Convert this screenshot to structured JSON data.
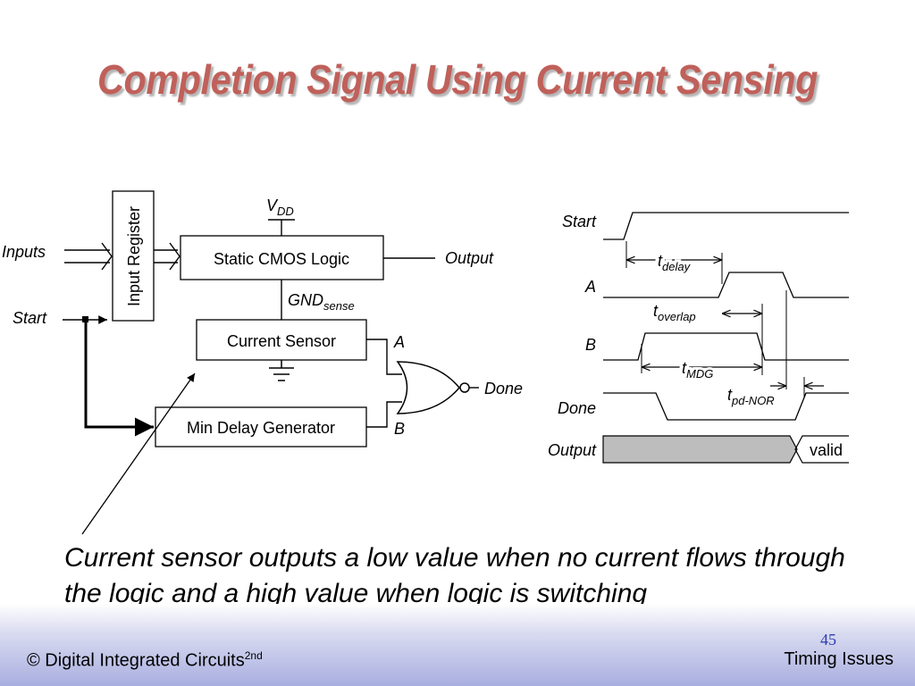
{
  "title": "Completion Signal Using Current Sensing",
  "circuit": {
    "inputs_label": "Inputs",
    "start_label": "Start",
    "input_register_label": "Input Register",
    "vdd_main": "V",
    "vdd_sub": "DD",
    "static_cmos_label": "Static CMOS Logic",
    "output_label": "Output",
    "gnd_main": "GND",
    "gnd_sub": "sense",
    "current_sensor_label": "Current Sensor",
    "min_delay_label": "Min Delay Generator",
    "a_label": "A",
    "b_label": "B",
    "done_label": "Done"
  },
  "timing": {
    "start_label": "Start",
    "a_label": "A",
    "b_label": "B",
    "done_label": "Done",
    "output_label": "Output",
    "valid_label": "valid",
    "t_delay_main": "t",
    "t_delay_sub": "delay",
    "t_overlap_main": "t",
    "t_overlap_sub": "overlap",
    "t_mdg_main": "t",
    "t_mdg_sub": "MDG",
    "t_pdnor_main": "t",
    "t_pdnor_sub": "pd-NOR"
  },
  "caption": "Current sensor outputs a low value when no current flows through the logic and a high value when logic is switching",
  "footer": {
    "copyright": "© Digital Integrated Circuits",
    "edition": "2nd",
    "section": "Timing Issues",
    "page_number": "45"
  }
}
